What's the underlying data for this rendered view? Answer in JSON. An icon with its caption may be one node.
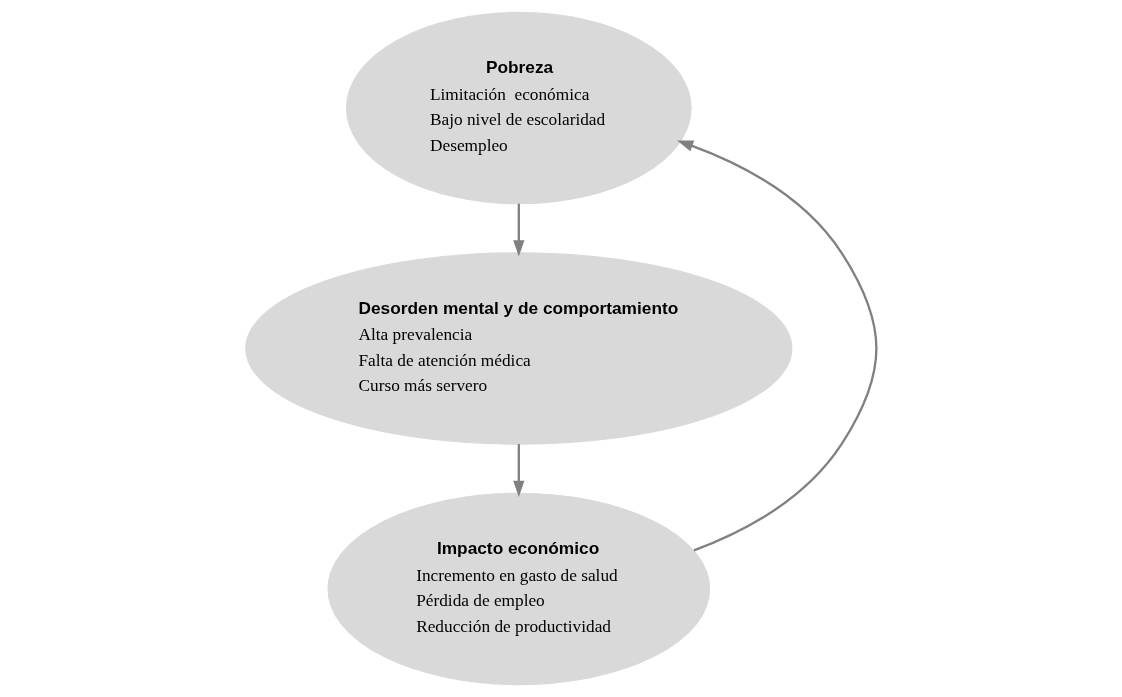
{
  "diagram": {
    "nodes": [
      {
        "text": [
          "Pobreza",
          "Limitación  económica",
          "Bajo nivel de escolaridad",
          "Desempleo"
        ]
      },
      {
        "text": [
          "Desorden mental y de comportamiento",
          "Alta prevalencia",
          "Falta de atención médica",
          "Curso más servero"
        ]
      },
      {
        "text": [
          "Impacto económico",
          "Incremento en gasto de salud",
          "Pérdida de empleo",
          "Reducción de productividad"
        ]
      }
    ],
    "edges": [
      {
        "from": 0,
        "to": 1,
        "arrow": "to"
      },
      {
        "from": 1,
        "to": 2,
        "arrow": "to"
      },
      {
        "from": 2,
        "to": 0,
        "arrow": "to"
      }
    ]
  }
}
